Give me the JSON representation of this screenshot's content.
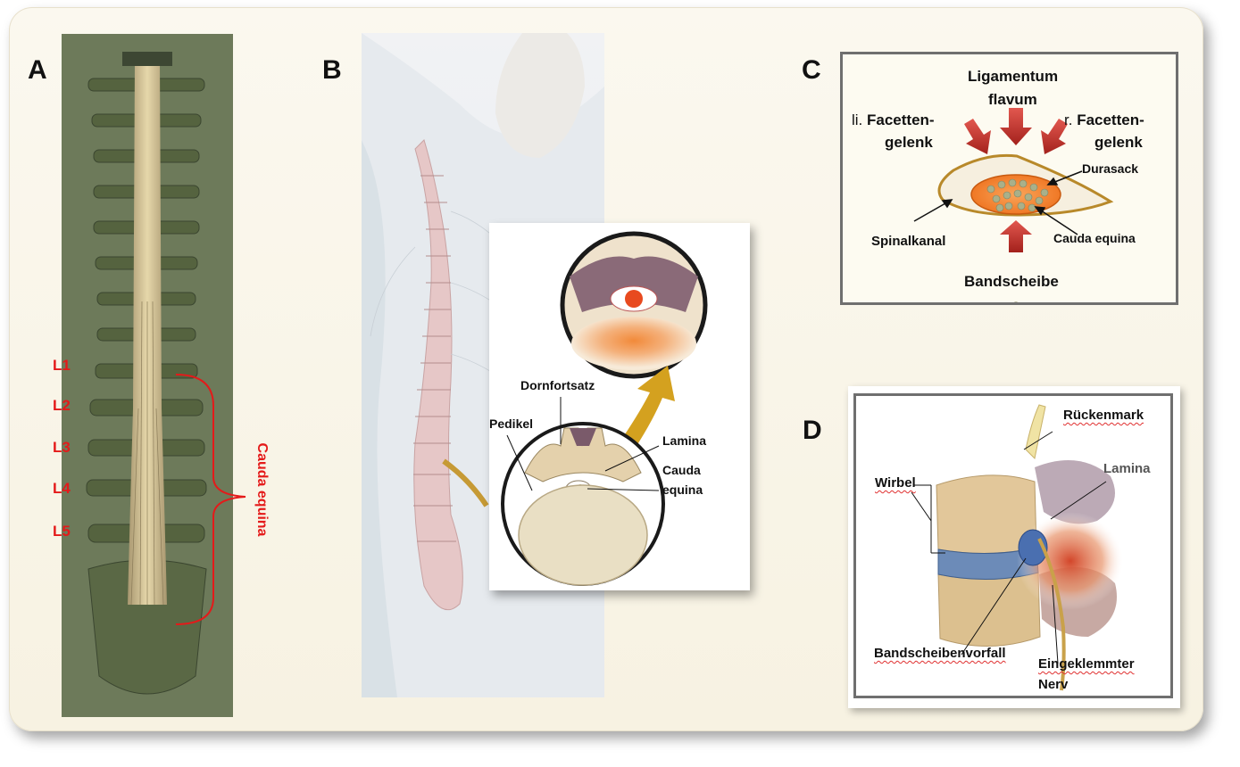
{
  "panels": {
    "a": {
      "letter": "A",
      "levels": [
        "L1",
        "L2",
        "L3",
        "L4",
        "L5"
      ],
      "bracket_label": "Cauda equina",
      "accent_color": "#e41a1a"
    },
    "b": {
      "letter": "B",
      "labels": {
        "dornfortsatz": "Dornfortsatz",
        "pedikel": "Pedikel",
        "lamina": "Lamina",
        "cauda": "Cauda",
        "equina": "equina"
      }
    },
    "c": {
      "letter": "C",
      "labels": {
        "ligamentum": "Ligamentum",
        "flavum": "flavum",
        "li_prefix": "li.",
        "li_facetten": "Facetten-",
        "li_gelenk": "gelenk",
        "r_prefix": "r.",
        "r_facetten": "Facetten-",
        "r_gelenk": "gelenk",
        "durasack": "Durasack",
        "spinalkanal": "Spinalkanal",
        "cauda_equina": "Cauda equina",
        "bandscheibe": "Bandscheibe"
      },
      "arrow_color": "#c8302a",
      "dura_color": "#f07d2a"
    },
    "d": {
      "letter": "D",
      "labels": {
        "rueckenmark": "Rückenmark",
        "lamina": "Lamina",
        "wirbel": "Wirbel",
        "bandscheibenvorfall": "Bandscheibenvorfall",
        "eingeklemmter": "Eingeklemmter",
        "nerv": "Nerv"
      }
    }
  }
}
